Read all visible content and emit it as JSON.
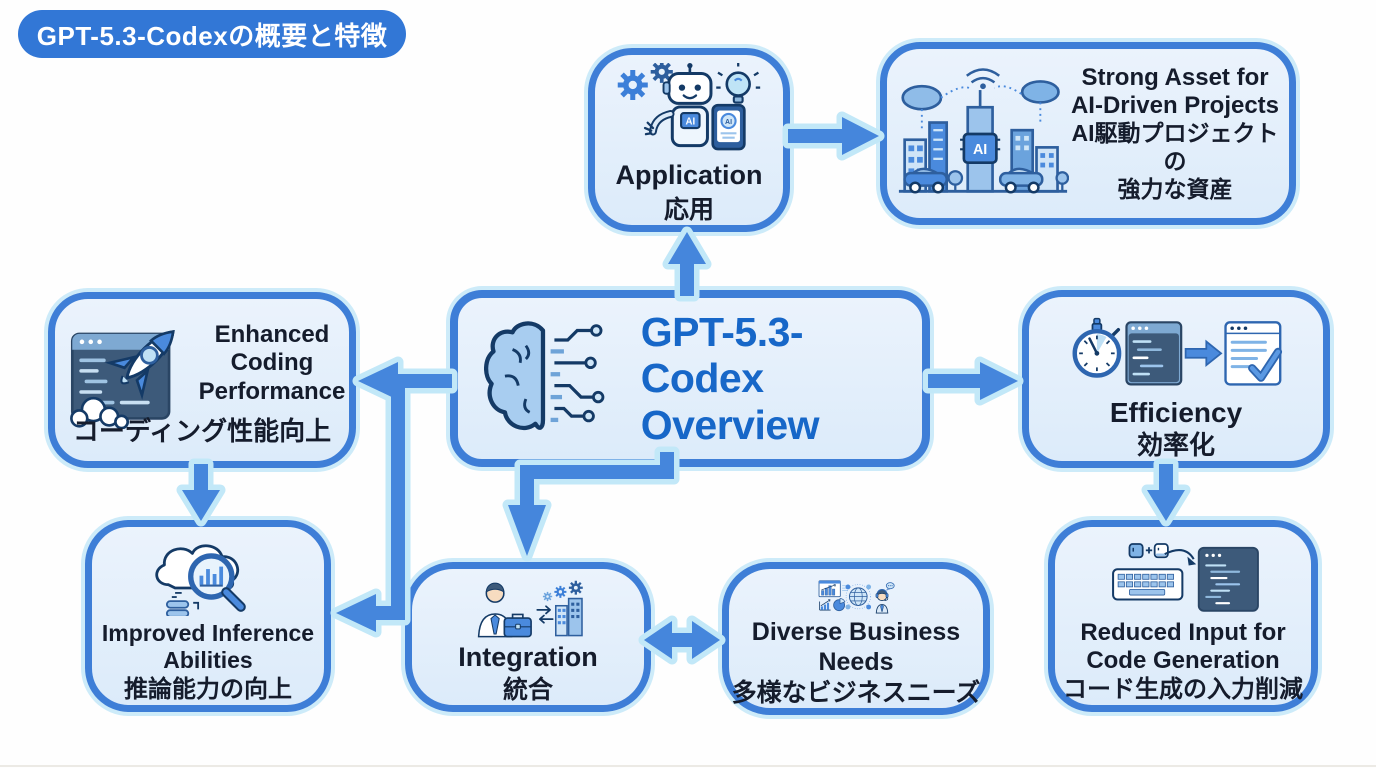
{
  "badge": {
    "label": "GPT-5.3-Codexの概要と特徴"
  },
  "center": {
    "line1": "GPT-5.3-Codex",
    "line2": "Overview"
  },
  "nodes": {
    "application": {
      "en": "Application",
      "ja": "応用"
    },
    "strong_asset": {
      "en1": "Strong Asset for",
      "en2": "AI-Driven Projects",
      "ja1": "AI駆動プロジェクトの",
      "ja2": "強力な資産"
    },
    "enhanced_coding": {
      "en": "Enhanced Coding Performance",
      "ja": "コーディング性能向上"
    },
    "improved_inference": {
      "en": "Improved Inference Abilities",
      "ja": "推論能力の向上"
    },
    "integration": {
      "en": "Integration",
      "ja": "統合"
    },
    "diverse_business": {
      "en": "Diverse Business Needs",
      "ja": "多様なビジネスニーズ"
    },
    "efficiency": {
      "en": "Efficiency",
      "ja": "効率化"
    },
    "reduced_input": {
      "en": "Reduced Input for Code Generation",
      "ja": "コード生成の入力削減"
    }
  },
  "icons": {
    "ai": "AI"
  },
  "colors": {
    "border": "#3e7ed7",
    "arrow": "#4586dc",
    "arrow_halo": "#c2e8f8",
    "box_fill": "#e3eefb",
    "center_title": "#1767c8",
    "text": "#151c2c",
    "badge_bg": "#3277d6",
    "icon_dark": "#143a66",
    "icon_blue": "#4a8add"
  }
}
